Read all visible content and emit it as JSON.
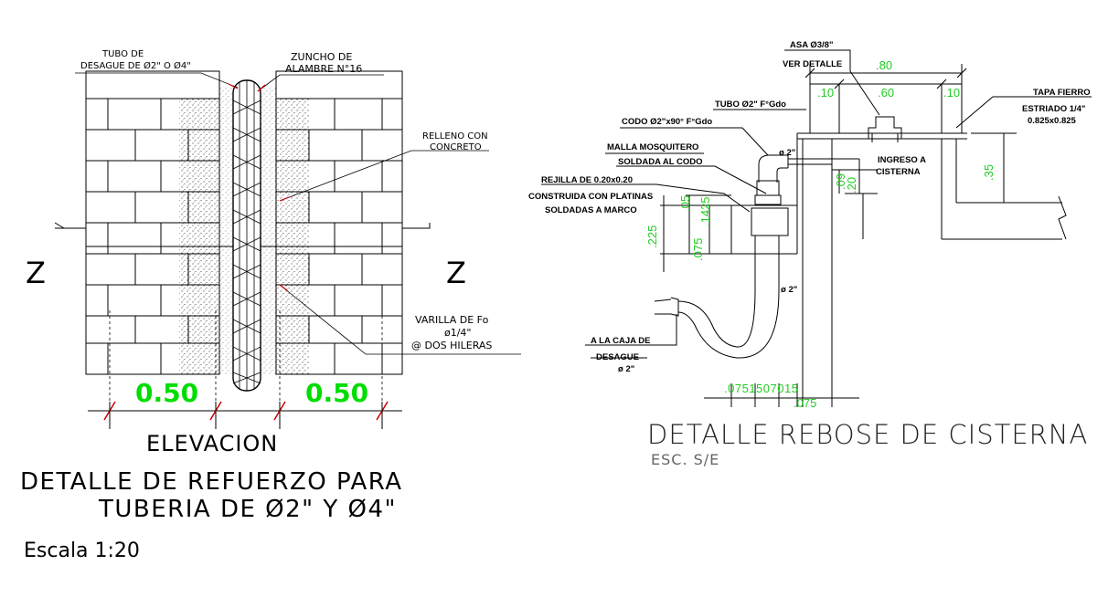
{
  "left_detail": {
    "label_tubo": "TUBO DE",
    "label_tubo2": "DESAGUE DE Ø2\" O Ø4\"",
    "label_zuncho": "ZUNCHO DE",
    "label_zuncho2": "ALAMBRE N°16",
    "label_relleno": "RELLENO CON",
    "label_relleno2": "CONCRETO",
    "label_varilla": "VARILLA DE Fo",
    "label_varilla2": "ø1/4\"",
    "label_varilla3": "@ DOS HILERAS",
    "section_left": "Z",
    "section_right": "Z",
    "dim_left": "0.50",
    "dim_right": "0.50",
    "elev_title": "ELEVACION",
    "title_line1": "DETALLE DE REFUERZO PARA",
    "title_line2": "TUBERIA DE Ø2\" Y Ø4\"",
    "scale": "Escala 1:20"
  },
  "right_detail": {
    "asa": "ASA Ø3/8\"",
    "ver_detalle": "VER DETALLE",
    "tubo": "TUBO Ø2\" F°Gdo",
    "codo": "CODO Ø2\"x90° F°Gdo",
    "malla1": "MALLA MOSQUITERO",
    "malla2": "SOLDADA AL CODO",
    "rejilla1": "REJILLA DE 0.20x0.20",
    "rejilla2": "CONSTRUIDA CON PLATINAS",
    "rejilla3": "SOLDADAS A MARCO",
    "diam1": "ø 2\"",
    "diam2": "ø 2\"",
    "ingreso1": "INGRESO A",
    "ingreso2": "CISTERNA",
    "tapa1": "TAPA FIERRO",
    "tapa2": "ESTRIADO 1/4\"",
    "tapa3": "0.825x0.825",
    "caja1": "A LA CAJA DE",
    "caja2": "DESAGUE",
    "caja3": "ø 2\"",
    "d80": ".80",
    "d10a": ".10",
    "d60": ".60",
    "d10b": ".10",
    "d35": ".35",
    "d225": ".225",
    "d05": ".05",
    "d075": ".075",
    "d1425": ".1425",
    "d09": ".09",
    "d20": ".20",
    "d_bottom": ".0751507015",
    "d_bottom2": ".075",
    "title": "DETALLE REBOSE DE CISTERNA",
    "scale": "ESC. S/E"
  },
  "colors": {
    "dim_green": "#22cc22",
    "line": "#000000",
    "leader_red": "#cc0000"
  }
}
